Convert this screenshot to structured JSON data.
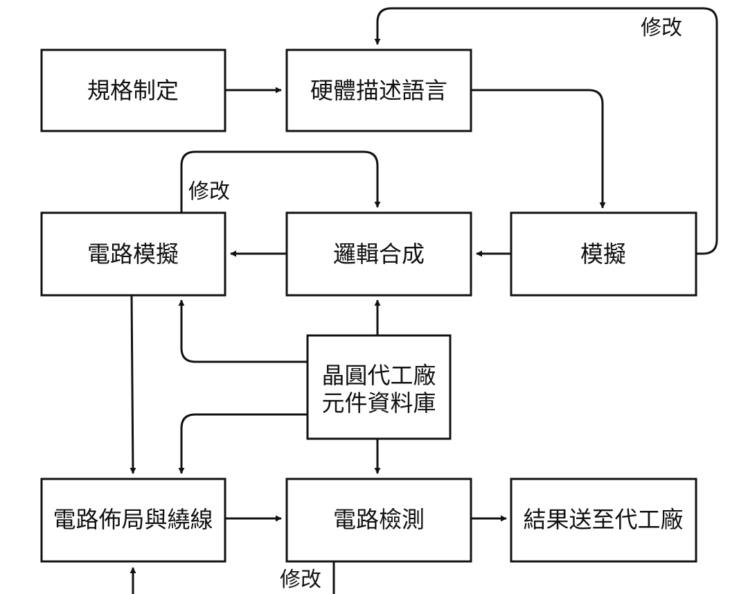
{
  "nodes": {
    "spec": "規格制定",
    "hdl": "硬體描述語言",
    "sim": "模擬",
    "synth": "邏輯合成",
    "circuit_sim": "電路模擬",
    "foundry_lib_line1": "晶圓代工廠",
    "foundry_lib_line2": "元件資料庫",
    "layout": "電路佈局與繞線",
    "check": "電路檢測",
    "send": "結果送至代工廠"
  },
  "edge_labels": {
    "modify_top": "修改",
    "modify_mid": "修改",
    "modify_bottom": "修改"
  },
  "colors": {
    "stroke": "#111111",
    "background": "#ffffff"
  }
}
